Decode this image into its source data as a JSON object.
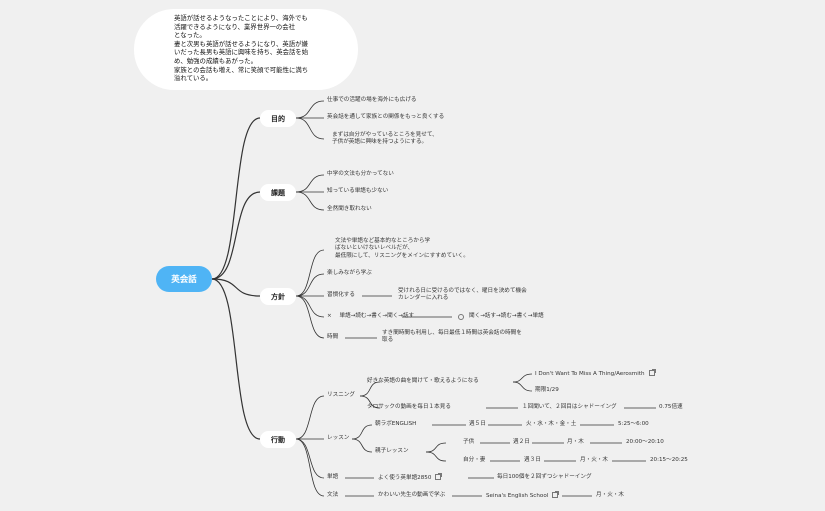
{
  "callout": {
    "lines": [
      "英語が話せるようなったことにより、海外でも",
      "活躍できるようになり、業界世界一の会社",
      "となった。",
      "妻と次男も英語が話せるようになり、英語が嫌",
      "いだった長男も英語に興味を持ち、英会話を始",
      "め、勉強の成績もあがった。",
      "家族との会話も増え、常に笑顔で可能性に満ち",
      "溢れている。"
    ]
  },
  "root": "英会話",
  "branches": {
    "purpose": {
      "label": "目的",
      "items": [
        "仕事での活躍の場を海外にも広げる",
        "英会話を通して家族との関係をもっと良くする",
        [
          "まずは自分がやっているところを見せて、",
          "子供が英語に興味を持つようにする。"
        ]
      ]
    },
    "issue": {
      "label": "課題",
      "items": [
        "中学の文法も分かってない",
        "知っている単語も少ない",
        "全然聞き取れない"
      ]
    },
    "policy": {
      "label": "方針",
      "items": [
        [
          "文法や単語など基本的なところから学",
          "ばないといけないレベルだが、",
          "最低限にして、リスニングをメインにすすめていく。"
        ],
        "楽しみながら学ぶ",
        "習慣化する",
        [
          "受けれる日に受けるのではなく、曜日を決めて機会",
          "カレンダーに入れる"
        ],
        "単語→読む→書く→聞く→話す",
        "聞く→話す→読む→書く→単語",
        "時間",
        [
          "すき間時間も利用し、毎日最低１時間は英会話の時間を",
          "取る"
        ]
      ],
      "x_mark": "×"
    },
    "action": {
      "label": "行動",
      "listening": {
        "label": "リスニング",
        "song": "好きな英語の曲を聞けて・歌えるようになる",
        "song_title": "I Don't Want To Miss A Thing/Aerosmith",
        "deadline": "期限1/29",
        "video": "タロサックの動画を毎日１本見る",
        "video_method": "１回聞いて、２回目はシャドーイング",
        "video_speed": "0.75倍速"
      },
      "lesson": {
        "label": "レッスン",
        "morning": "朝ラボENGLISH",
        "morning_freq": "週５日",
        "morning_days": "火・水・木・金・土",
        "morning_time": "5:25～6:00",
        "parent_child": "親子レッスン",
        "child": "子供",
        "child_freq": "週２日",
        "child_days": "月・木",
        "child_time": "20:00～20:10",
        "self": "自分・妻",
        "self_freq": "週３日",
        "self_days": "月・火・木",
        "self_time": "20:15～20:25"
      },
      "words": {
        "label": "単語",
        "book": "よく使う英単語2850",
        "method": "毎日100個を２回ずつシャドーイング"
      },
      "grammar": {
        "label": "文法",
        "video": "かわいい先生の動画で学ぶ",
        "school": "Seina's English School",
        "days": "月・火・木"
      }
    }
  }
}
